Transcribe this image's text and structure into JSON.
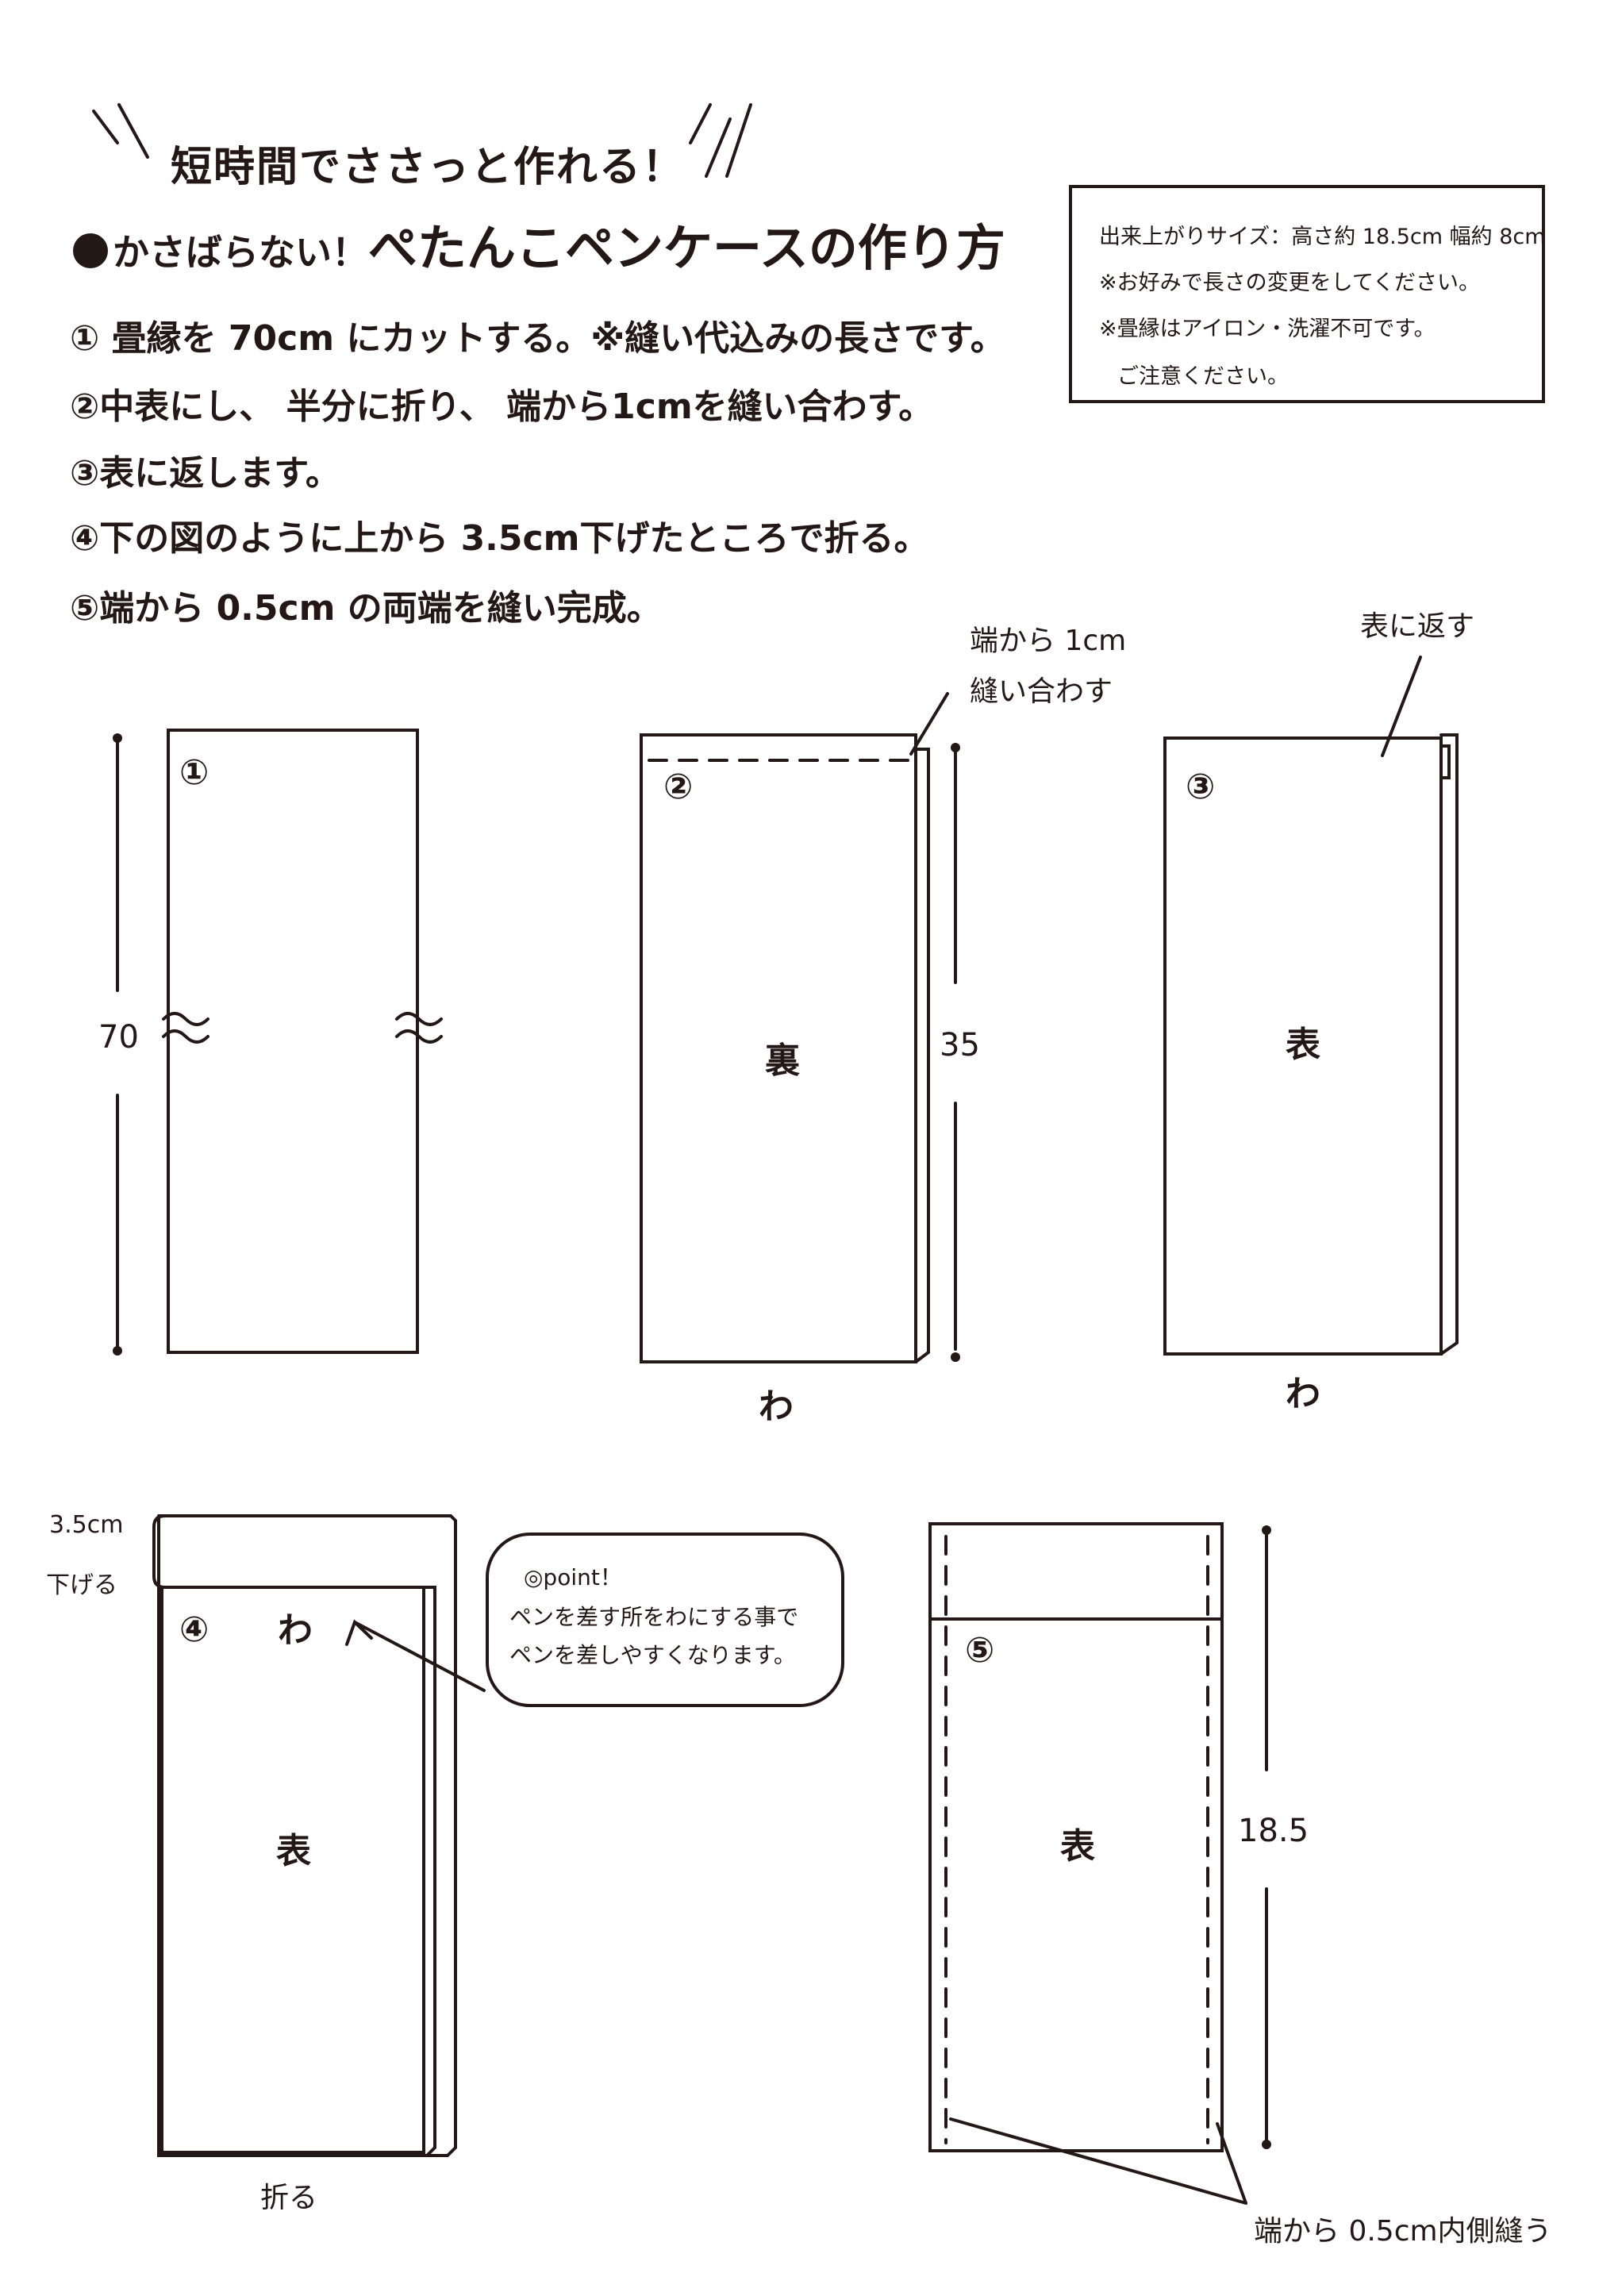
{
  "header": {
    "tagline": "短時間でささっと作れる！",
    "heading_prefix": "かさばらない！",
    "heading_main": "ぺたんこペンケースの作り方"
  },
  "steps": [
    "①  畳縁を 70cm にカットする。※縫い代込みの長さです。",
    "②中表にし、 半分に折り、 端から1cmを縫い合わす。",
    "③表に返します。",
    "④下の図のように上から 3.5cm下げたところで折る。",
    "⑤端から 0.5cm の両端を縫い完成。"
  ],
  "notes": [
    "出来上がりサイズ：高さ約 18.5cm 幅約 8cm",
    "※お好みで長さの変更をしてください。",
    "※畳縁はアイロン・洗濯不可です。",
    "ご注意ください。"
  ],
  "figures": {
    "fig1": {
      "number": "①",
      "length": "70"
    },
    "fig2": {
      "number": "②",
      "side": "裏",
      "length": "35",
      "fold": "わ",
      "sew_note_1": "端から 1cm",
      "sew_note_2": "縫い合わす"
    },
    "fig3": {
      "number": "③",
      "side": "表",
      "fold": "わ",
      "turn_note": "表に返す"
    },
    "fig4": {
      "number": "④",
      "side": "表",
      "fold_top": "わ",
      "offset_1": "3.5cm",
      "offset_2": "下げる",
      "fold_note": "折る"
    },
    "fig5": {
      "number": "⑤",
      "side": "表",
      "length": "18.5",
      "sew_note": "端から 0.5cm内側縫う"
    }
  },
  "point": {
    "title": "◎point！",
    "line1": "ペンを差す所をわにする事で",
    "line2": "ペンを差しやすくなります。"
  }
}
